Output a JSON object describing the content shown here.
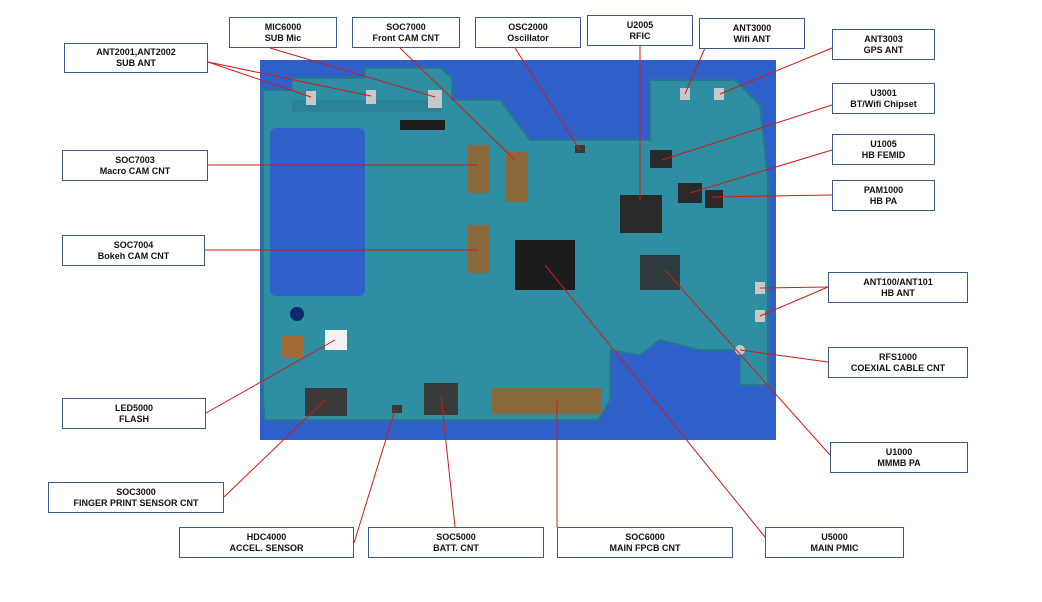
{
  "labels": {
    "ant2001": {
      "code": "ANT2001,ANT2002",
      "desc": "SUB ANT"
    },
    "mic6000": {
      "code": "MIC6000",
      "desc": "SUB Mic"
    },
    "soc7000": {
      "code": "SOC7000",
      "desc": "Front CAM CNT"
    },
    "osc2000": {
      "code": "OSC2000",
      "desc": "Oscillator"
    },
    "u2005": {
      "code": "U2005",
      "desc": "RFIC"
    },
    "ant3000": {
      "code": "ANT3000",
      "desc": "Wifi ANT"
    },
    "ant3003": {
      "code": "ANT3003",
      "desc": "GPS ANT"
    },
    "u3001": {
      "code": "U3001",
      "desc": "BT/Wifi Chipset"
    },
    "u1005": {
      "code": "U1005",
      "desc": "HB FEMID"
    },
    "pam1000": {
      "code": "PAM1000",
      "desc": "HB PA"
    },
    "soc7003": {
      "code": "SOC7003",
      "desc": "Macro CAM CNT"
    },
    "soc7004": {
      "code": "SOC7004",
      "desc": "Bokeh CAM CNT"
    },
    "ant100": {
      "code": "ANT100/ANT101",
      "desc": "HB ANT"
    },
    "rfs1000": {
      "code": "RFS1000",
      "desc": "COEXIAL CABLE CNT"
    },
    "u1000": {
      "code": "U1000",
      "desc": "MMMB PA"
    },
    "led5000": {
      "code": "LED5000",
      "desc": "FLASH"
    },
    "soc3000": {
      "code": "SOC3000",
      "desc": "FINGER PRINT SENSOR CNT"
    },
    "hdc4000": {
      "code": "HDC4000",
      "desc": "ACCEL. SENSOR"
    },
    "soc5000": {
      "code": "SOC5000",
      "desc": "BATT. CNT"
    },
    "soc6000": {
      "code": "SOC6000",
      "desc": "MAIN FPCB CNT"
    },
    "u5000": {
      "code": "U5000",
      "desc": "MAIN PMIC"
    }
  },
  "colors": {
    "board": "#2f5fc8",
    "pcb": "#2e8fa3",
    "pcb_edge": "#247a8c",
    "chip": "#1d1d1d",
    "connector": "#8a6a3a",
    "leader_line": "#d11a1a",
    "label_border": "#3d5a80"
  }
}
